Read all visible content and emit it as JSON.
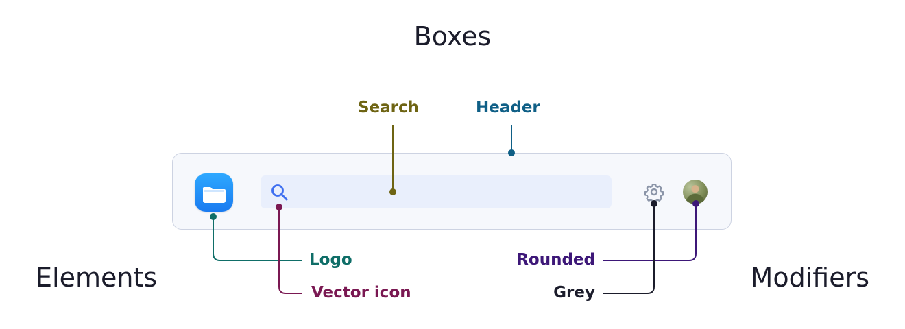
{
  "title": "Boxes",
  "left_heading": "Elements",
  "right_heading": "Modifiers",
  "labels": {
    "search": "Search",
    "header": "Header",
    "logo": "Logo",
    "vector_icon": "Vector icon",
    "rounded": "Rounded",
    "grey": "Grey"
  },
  "icons": {
    "logo": "folder-icon",
    "search": "search-icon",
    "settings": "gear-icon",
    "avatar": "avatar"
  },
  "colors": {
    "search": "#6e6413",
    "header": "#0f5f86",
    "logo": "#0f6e68",
    "vector_icon": "#7a1852",
    "rounded": "#3d1778",
    "grey": "#1b1c2b"
  }
}
